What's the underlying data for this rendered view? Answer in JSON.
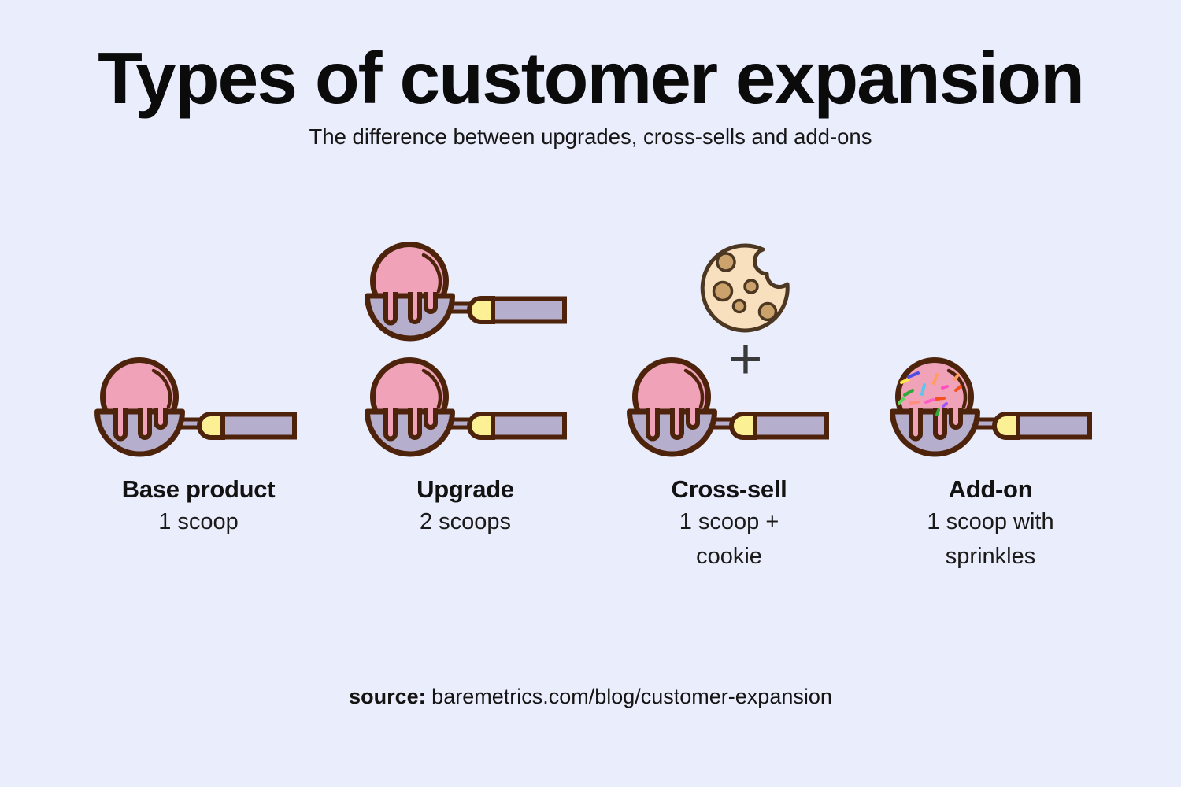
{
  "header": {
    "title": "Types of customer expansion",
    "subtitle": "The difference between upgrades, cross-sells and add-ons"
  },
  "columns": [
    {
      "id": "base-product",
      "label": "Base product",
      "lines": [
        "1 scoop"
      ],
      "illustration": "ice-cream-scoop"
    },
    {
      "id": "upgrade",
      "label": "Upgrade",
      "lines": [
        "2 scoops"
      ],
      "illustration": "two-ice-cream-scoops"
    },
    {
      "id": "cross-sell",
      "label": "Cross-sell",
      "lines": [
        "1 scoop +",
        "cookie"
      ],
      "illustration": "cookie-plus-ice-cream-scoop",
      "plus_sign": "+"
    },
    {
      "id": "add-on",
      "label": "Add-on",
      "lines": [
        "1 scoop with",
        "sprinkles"
      ],
      "illustration": "ice-cream-scoop-with-sprinkles"
    }
  ],
  "footer": {
    "source_label": "source:",
    "source_url": "baremetrics.com/blog/customer-expansion"
  },
  "colors": {
    "background": "#EAEDFB",
    "text": "#141414",
    "outline_brown": "#4E230B",
    "ice_cream_pink": "#F0A2B8",
    "scoop_purple": "#B6AECD",
    "handle_yellow": "#FBF194",
    "cookie_tan": "#F8DFBD",
    "cookie_chip": "#CBA26B",
    "cookie_outline": "#4C3822",
    "plus_gray": "#3A3A3A",
    "sprinkles": [
      "#FFE94A",
      "#4E4EE4",
      "#FF9E5E",
      "#F4511E",
      "#FF4FC2",
      "#2EA836",
      "#58C8F0",
      "#5ED45E",
      "#FF9080",
      "#FF5EC4",
      "#9B59F6"
    ]
  }
}
